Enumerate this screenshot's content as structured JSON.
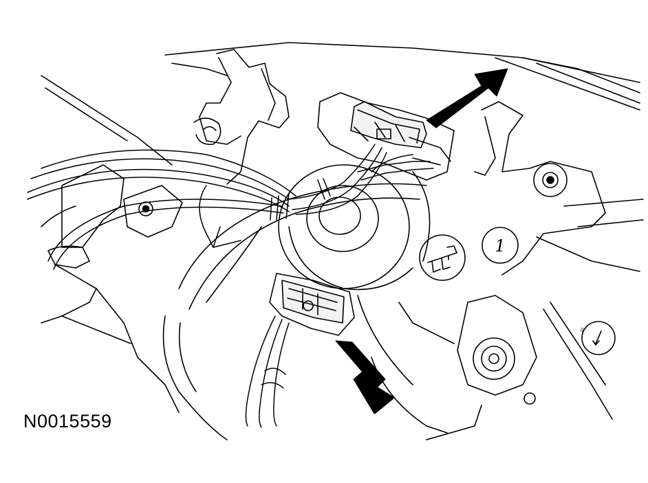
{
  "figure": {
    "id": "N0015559",
    "callout_number": "1",
    "gauge_mark": "10",
    "ink_color": "#000000",
    "paper_color": "#ffffff"
  },
  "icons": {
    "arrow_upper": "arrow-icon",
    "arrow_lower": "arrow-icon",
    "connector_symbol": "connector-icon"
  }
}
